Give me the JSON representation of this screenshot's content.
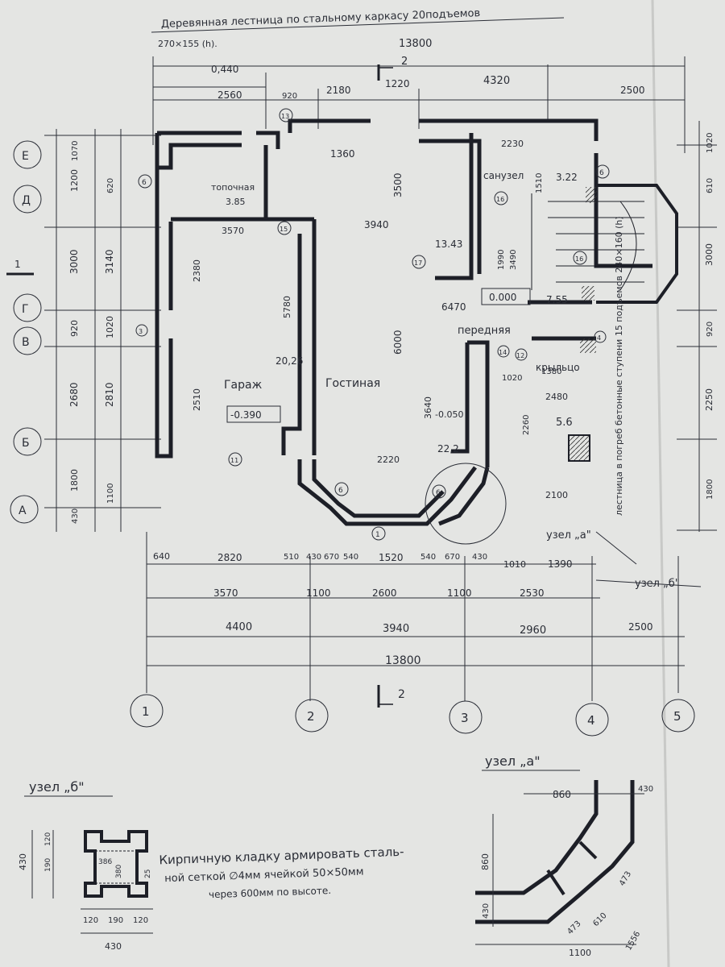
{
  "header": {
    "stair_note": "Деревянная лестница по стальному каркасу 20подъемов",
    "stair_size": "270×155 (h)."
  },
  "overall_dims": {
    "width": "13800",
    "w_left": "4400",
    "w_mid": "3940",
    "w_right": "2960",
    "w_extra": "2500"
  },
  "top_dims": [
    "0,440",
    "2560",
    "920",
    "2180",
    "1220",
    "4320",
    "2500"
  ],
  "mid_bottom_dims": [
    "3570",
    "1100",
    "2600",
    "1100",
    "2530"
  ],
  "bottom_dims": [
    "640",
    "2820",
    "510",
    "430",
    "670",
    "540",
    "1520",
    "540",
    "670",
    "430",
    "1010",
    "1390"
  ],
  "left_dims": [
    "1070",
    "1200",
    "3000",
    "920",
    "2680",
    "1800",
    "430",
    "620",
    "3140",
    "1020",
    "2810",
    "1100"
  ],
  "right_dims": [
    "1020",
    "610",
    "3000",
    "920",
    "2250",
    "1800"
  ],
  "section_marks": {
    "top": "2",
    "bottom": "2",
    "left": "1"
  },
  "axes_letters": [
    "Е",
    "Д",
    "Г",
    "В",
    "Б",
    "А"
  ],
  "axes_numbers": [
    "1",
    "2",
    "3",
    "4",
    "5"
  ],
  "rooms": [
    {
      "name": "топочная",
      "area": "3.85"
    },
    {
      "name": "Гараж",
      "area": "20,26"
    },
    {
      "name": "Гостиная",
      "area": ""
    },
    {
      "name": "санузел",
      "area": "3.22"
    },
    {
      "name": "передняя",
      "area": "7.55"
    },
    {
      "name": "крыльцо",
      "area": "5.6"
    }
  ],
  "levels": [
    "0.000",
    "-0.390",
    "-0.050"
  ],
  "areas": [
    "13.43",
    "22,2"
  ],
  "inner_dims": [
    "3940",
    "6000",
    "5780",
    "3500",
    "1360",
    "3570",
    "6470",
    "3640",
    "2220",
    "2510",
    "2380",
    "2260",
    "2480",
    "1380",
    "1020",
    "2100",
    "3490",
    "1990",
    "1510",
    "2230"
  ],
  "circle_marks": [
    "1",
    "6",
    "11",
    "13",
    "15",
    "16",
    "17",
    "12",
    "14",
    "4",
    "3"
  ],
  "stair_basement": "лестница в погреб бетонные ступени 15 подъемов 240×160 (h)",
  "node_a_label": "узел „а\"",
  "node_b_label": "узел „б\"",
  "node_b_detail": {
    "title": "узел „б\"",
    "dims": [
      "430",
      "120",
      "190",
      "386",
      "380",
      "25",
      "430"
    ]
  },
  "node_a_detail": {
    "title": "узел „а\"",
    "dims": [
      "860",
      "430",
      "860",
      "430",
      "610",
      "473",
      "1100",
      "1556"
    ]
  },
  "masonry_note": [
    "Кирпичную кладку армировать сталь-",
    "ной сеткой ∅4мм ячейкой 50×50мм",
    "через 600мм по высоте."
  ],
  "colors": {
    "paper": "#e4e5e3",
    "ink": "#2a2d36",
    "wall": "#1d1f27"
  }
}
